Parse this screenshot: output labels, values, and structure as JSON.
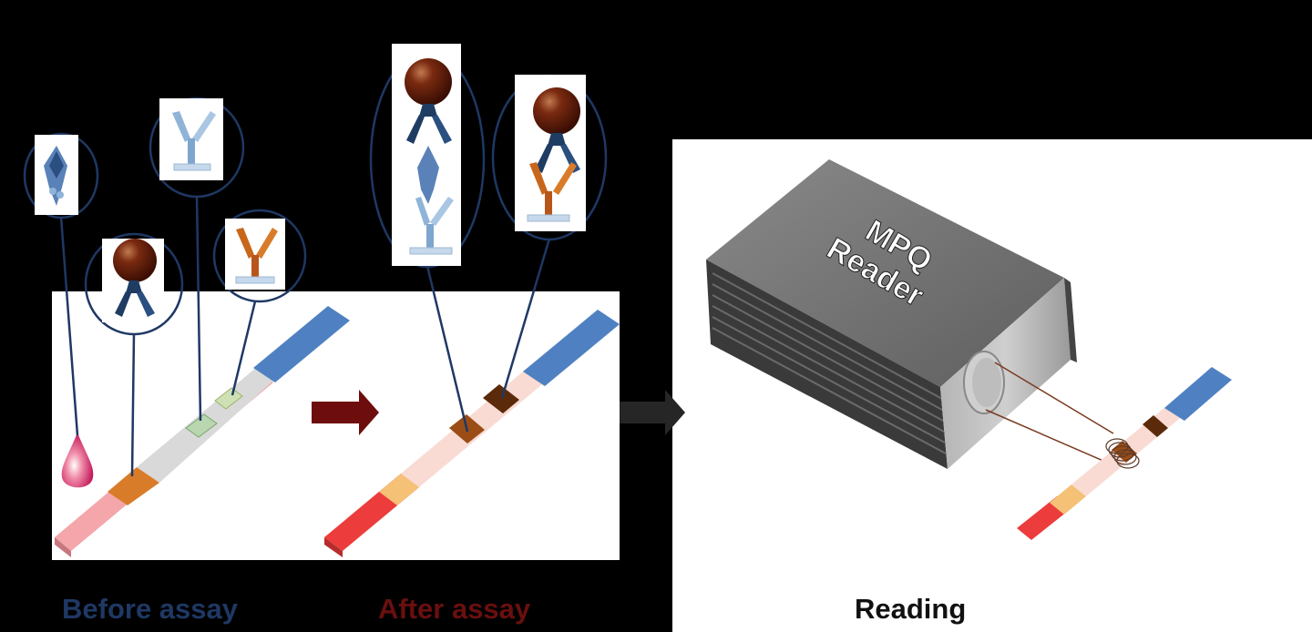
{
  "captions": {
    "before": "Before assay",
    "after": "After assay",
    "reading": "Reading"
  },
  "reader": {
    "line1": "MPQ",
    "line2": "Reader"
  },
  "colors": {
    "background": "#000000",
    "before_caption": "#1f3864",
    "after_caption": "#6a0f0f",
    "reading_caption": "#111111",
    "arrow_before_after": "#6e0d0d",
    "arrow_after_reading": "#262626",
    "strip_blue": "#4f81c2",
    "bead_brown": "#5a1a0a",
    "antibody_dark": "#1f3c63",
    "antibody_light": "#8fb4d8",
    "antibody_orange": "#c8661a",
    "reader_body": "#7c7c7c"
  },
  "icons": [
    "blood-drop-icon",
    "antigen-icon",
    "magnetic-bead-icon",
    "antibody-icon",
    "coil-icon"
  ]
}
